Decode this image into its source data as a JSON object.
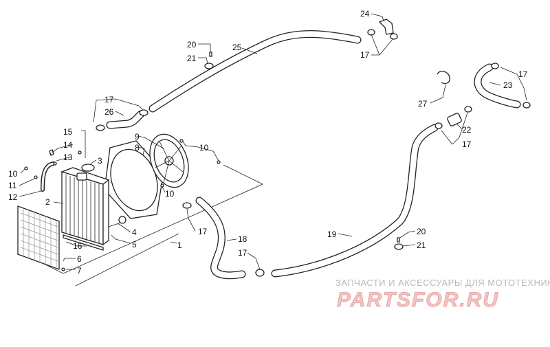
{
  "callouts": {
    "c1": "1",
    "c2": "2",
    "c3": "3",
    "c4": "4",
    "c5": "5",
    "c6": "6",
    "c7": "7",
    "c8": "8",
    "c9": "9",
    "c10a": "10",
    "c10b": "10",
    "c10c": "10",
    "c11": "11",
    "c12": "12",
    "c13": "13",
    "c14": "14",
    "c15": "15",
    "c16": "16",
    "c17a": "17",
    "c17b": "17",
    "c17c": "17",
    "c17d": "17",
    "c17e": "17",
    "c17f": "17",
    "c18": "18",
    "c19": "19",
    "c20a": "20",
    "c20b": "20",
    "c21a": "21",
    "c21b": "21",
    "c22": "22",
    "c23": "23",
    "c24": "24",
    "c25": "25",
    "c26": "26",
    "c27": "27"
  },
  "watermark": {
    "tagline": "ЗАПЧАСТИ И АКСЕССУАРЫ ДЛЯ МОТОТЕХНИКИ",
    "brand": "PARTSFOR.RU"
  }
}
